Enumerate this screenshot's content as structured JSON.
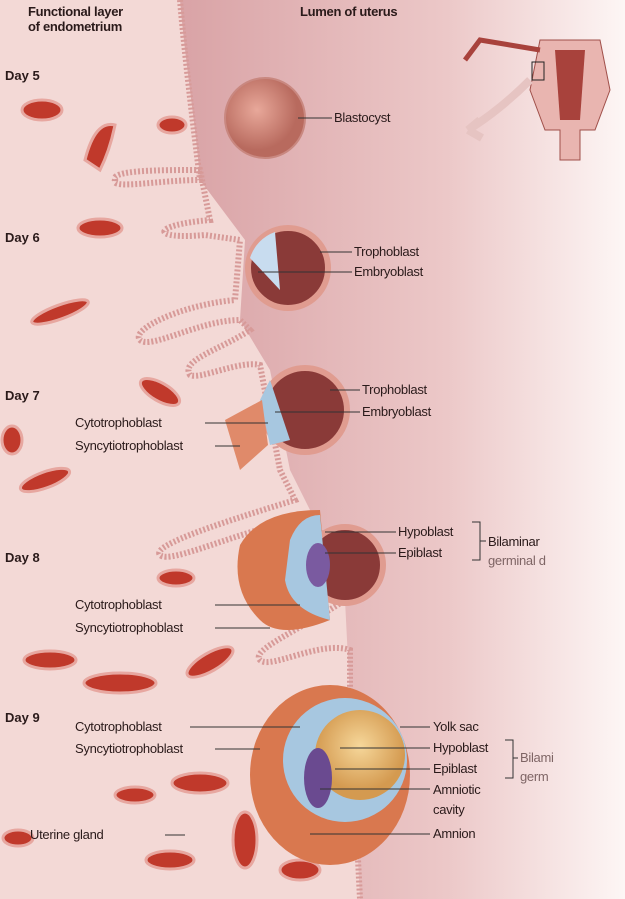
{
  "headers": {
    "functional_layer": [
      "Functional layer",
      "of endometrium"
    ],
    "lumen": "Lumen of uterus"
  },
  "days": [
    "Day 5",
    "Day 6",
    "Day 7",
    "Day 8",
    "Day 9"
  ],
  "day5": {
    "blastocyst": "Blastocyst"
  },
  "day6": {
    "trophoblast": "Trophoblast",
    "embryoblast": "Embryoblast"
  },
  "day7": {
    "trophoblast": "Trophoblast",
    "embryoblast": "Embryoblast",
    "cytotrophoblast": "Cytotrophoblast",
    "syncytiotrophoblast": "Syncytiotrophoblast"
  },
  "day8": {
    "hypoblast": "Hypoblast",
    "epiblast": "Epiblast",
    "bilaminar": [
      "Bilaminar",
      "germinal d"
    ],
    "cytotrophoblast": "Cytotrophoblast",
    "syncytiotrophoblast": "Syncytiotrophoblast"
  },
  "day9": {
    "cytotrophoblast": "Cytotrophoblast",
    "syncytiotrophoblast": "Syncytiotrophoblast",
    "yolk_sac": "Yolk sac",
    "hypoblast": "Hypoblast",
    "epiblast": "Epiblast",
    "amniotic_cavity": [
      "Amniotic",
      "cavity"
    ],
    "amnion": "Amnion",
    "bilaminar": [
      "Bilami",
      "germ"
    ],
    "uterine_gland": "Uterine gland"
  },
  "colors": {
    "tissue": "#f3d9d6",
    "lumen": "#e2b3b3",
    "vessel": "#c0392b",
    "cell": "#a7c7e0",
    "yolk": "#e8b060"
  }
}
